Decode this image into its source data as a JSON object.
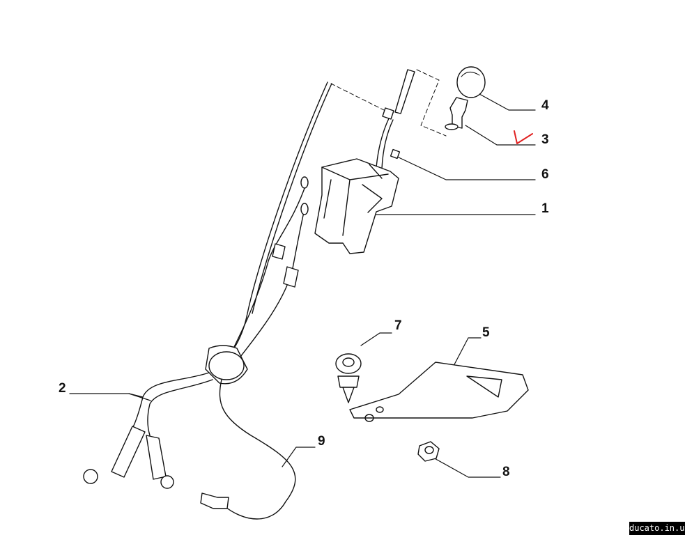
{
  "callouts": [
    {
      "id": "4",
      "text": "4"
    },
    {
      "id": "3",
      "text": "3"
    },
    {
      "id": "6",
      "text": "6"
    },
    {
      "id": "1",
      "text": "1"
    },
    {
      "id": "7",
      "text": "7"
    },
    {
      "id": "5",
      "text": "5"
    },
    {
      "id": "2",
      "text": "2"
    },
    {
      "id": "9",
      "text": "9"
    },
    {
      "id": "8",
      "text": "8"
    }
  ],
  "watermark": "ducato.in.ua",
  "colors": {
    "line": "#111111",
    "annotation": "#e02020",
    "watermark_bg": "#000000"
  }
}
